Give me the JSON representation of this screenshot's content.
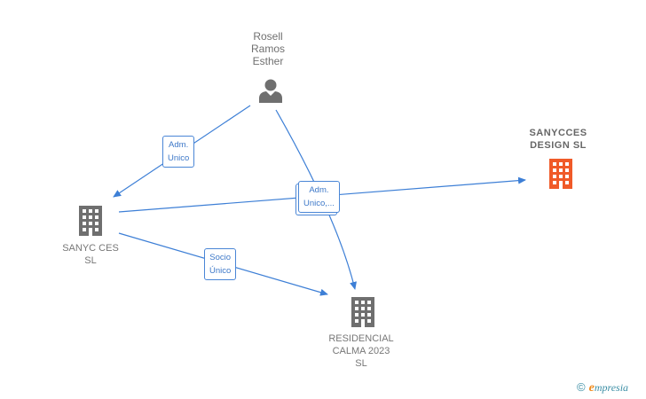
{
  "nodes": {
    "person": {
      "label": "Rosell\nRamos\nEsther",
      "icon": "person-icon"
    },
    "sanycces_design": {
      "label": "SANYCCES\nDESIGN  SL",
      "icon": "building-icon",
      "color": "#f05a28"
    },
    "sanyc_ces": {
      "label": "SANYC CES\nSL",
      "icon": "building-icon",
      "color": "#6f6f6f"
    },
    "residencial": {
      "label": "RESIDENCIAL\nCALMA 2023\nSL",
      "icon": "building-icon",
      "color": "#6f6f6f"
    }
  },
  "edges": [
    {
      "from": "person",
      "to": "sanyc_ces",
      "label": "Adm.\nUnico"
    },
    {
      "from": "sanyc_ces",
      "to": "sanycces_design",
      "label": "Adm.\nUnico,..."
    },
    {
      "from": "person",
      "to": "residencial",
      "label": ""
    },
    {
      "from": "sanyc_ces",
      "to": "residencial",
      "label": "Socio\nÚnico"
    }
  ],
  "colors": {
    "edge": "#3d7fd6",
    "accent": "#f05a28",
    "building": "#6f6f6f"
  },
  "brand": {
    "copyright": "©",
    "e": "e",
    "rest": "mpresia"
  }
}
